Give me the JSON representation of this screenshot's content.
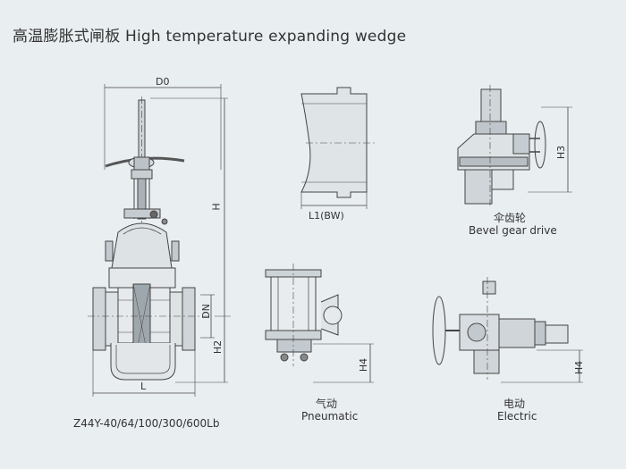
{
  "title": "高温膨胀式闸板 High temperature expanding wedge",
  "model": "Z44Y-40/64/100/300/600Lb",
  "dimensions": {
    "d0": "D0",
    "h": "H",
    "dn": "DN",
    "h2": "H2",
    "l": "L",
    "l1": "L1(BW)",
    "h3": "H3",
    "h4_pneumatic": "H4",
    "h4_electric": "H4"
  },
  "captions": {
    "bevel_cn": "伞齿轮",
    "bevel_en": "Bevel gear drive",
    "pneumatic_cn": "气动",
    "pneumatic_en": "Pneumatic",
    "electric_cn": "电动",
    "electric_en": "Electric"
  }
}
